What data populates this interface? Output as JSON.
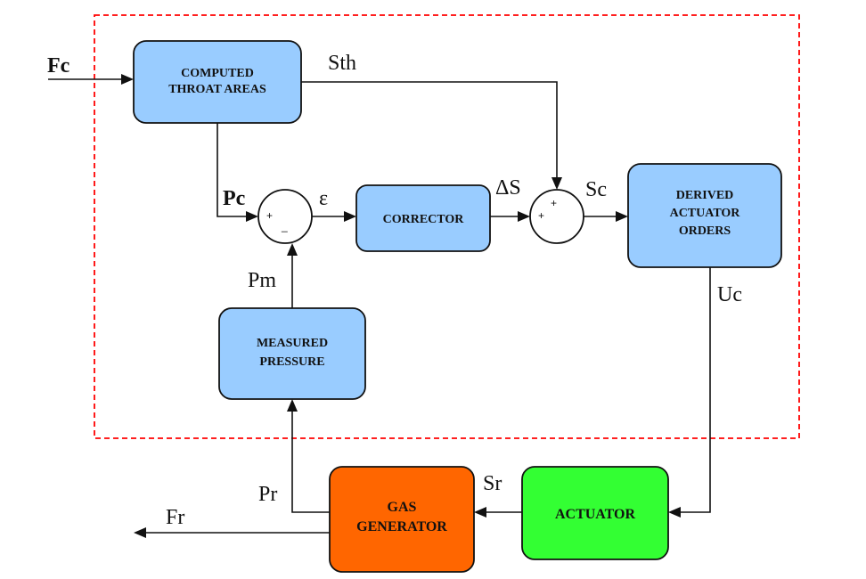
{
  "blocks": {
    "computed_throat_areas": {
      "lines": [
        "COMPUTED",
        "THROAT AREAS"
      ],
      "color": "#99ccff"
    },
    "corrector": {
      "lines": [
        "CORRECTOR"
      ],
      "color": "#99ccff"
    },
    "derived_actuator_orders": {
      "lines": [
        "DERIVED",
        "ACTUATOR",
        "ORDERS"
      ],
      "color": "#99ccff"
    },
    "measured_pressure": {
      "lines": [
        "MEASURED",
        "PRESSURE"
      ],
      "color": "#99ccff"
    },
    "gas_generator": {
      "lines": [
        "GAS",
        "GENERATOR"
      ],
      "color": "#ff6600"
    },
    "actuator": {
      "lines": [
        "ACTUATOR"
      ],
      "color": "#33ff33"
    }
  },
  "signals": {
    "fc": "Fc",
    "sth": "Sth",
    "pc": "Pc",
    "epsilon": "ε",
    "delta_s": "ΔS",
    "sc": "Sc",
    "uc": "Uc",
    "pm": "Pm",
    "pr": "Pr",
    "sr": "Sr",
    "fr": "Fr"
  },
  "sum1": {
    "plus": "+",
    "minus": "_"
  },
  "sum2": {
    "plus_left": "+",
    "plus_top": "+"
  },
  "colors": {
    "boundary": "#ff0000",
    "stroke": "#111111"
  }
}
